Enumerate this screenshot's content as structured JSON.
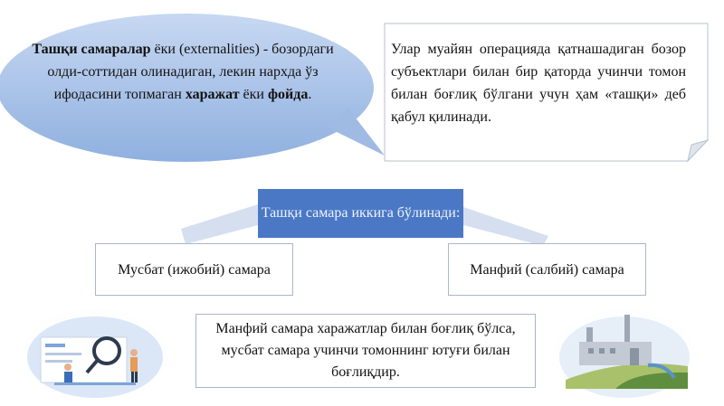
{
  "definition": {
    "term": "Ташқи самаралар",
    "part1": " ёки (externalities) - бозордаги олди-соттидан олинадиган, лекин нархда ўз ифодасини топмаган ",
    "cost_word": "харажат",
    "or_word": " ёки ",
    "benefit_word": "фойда",
    "end": "."
  },
  "note": {
    "text": "Улар муайян операцияда қатнашадиган бозор субъектлари билан бир қаторда учинчи томон билан боғлиқ бўлгани учун ҳам «ташқи» деб қабул қилинади."
  },
  "center": {
    "text": "Ташқи самара иккига бўлинади:"
  },
  "positive": {
    "text": "Мусбат (ижобий) самара"
  },
  "negative": {
    "text": "Манфий (салбий) самара"
  },
  "bottom": {
    "text": "Манфий самара харажатлар билан боғлиқ бўлса, мусбат самара учинчи томоннинг ютуғи билан боғлиқдир."
  },
  "colors": {
    "bubble": "#a9c1e6",
    "center_box": "#4a78c4",
    "arrow": "#d5dff0"
  }
}
